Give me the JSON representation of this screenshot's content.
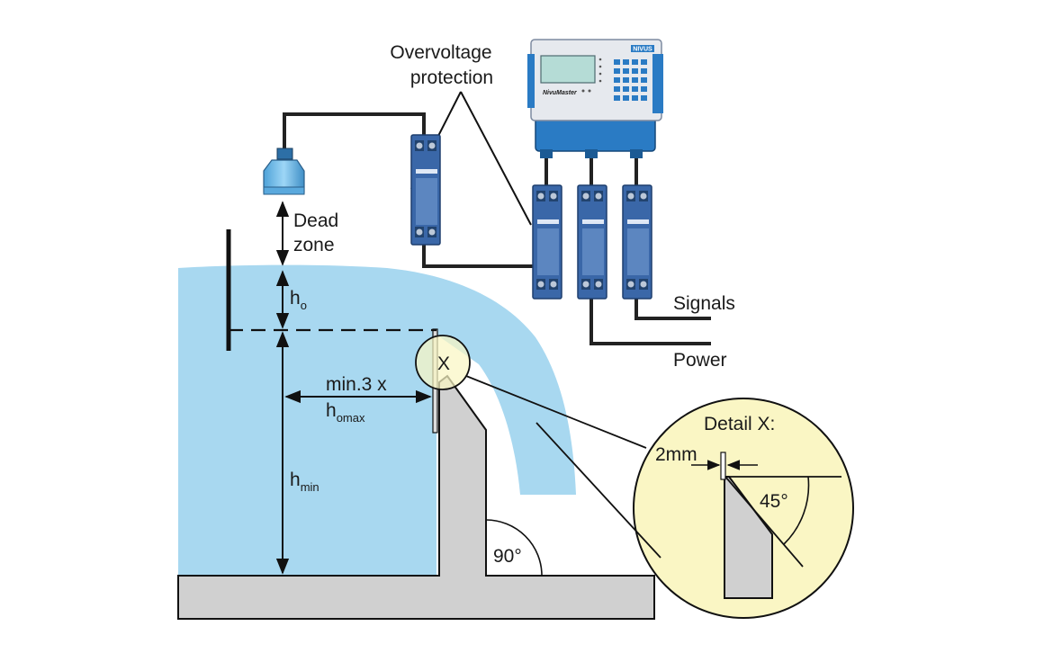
{
  "labels": {
    "overvoltage_line1": "Overvoltage",
    "overvoltage_line2": "protection",
    "dead_line1": "Dead",
    "dead_line2": "zone",
    "h_o_main": "h",
    "h_o_sub": "o",
    "min3x_line1": "min.3 x",
    "homax_main": "h",
    "homax_sub": "omax",
    "hmin_main": "h",
    "hmin_sub": "min",
    "x_mark": "X",
    "detail_title": "Detail X:",
    "two_mm": "2mm",
    "angle_45": "45°",
    "angle_90": "90°",
    "signals": "Signals",
    "power": "Power"
  },
  "controller": {
    "brand_text": "NivuMaster",
    "badge_text": "NIVUS"
  },
  "colors": {
    "water": "#a8d8f0",
    "concrete": "#d0d0d0",
    "detail_bg": "#faf6c4",
    "module_blue": "#3a67a8",
    "controller_blue": "#2a7bc4",
    "sensor_blue": "#63b4e6"
  }
}
